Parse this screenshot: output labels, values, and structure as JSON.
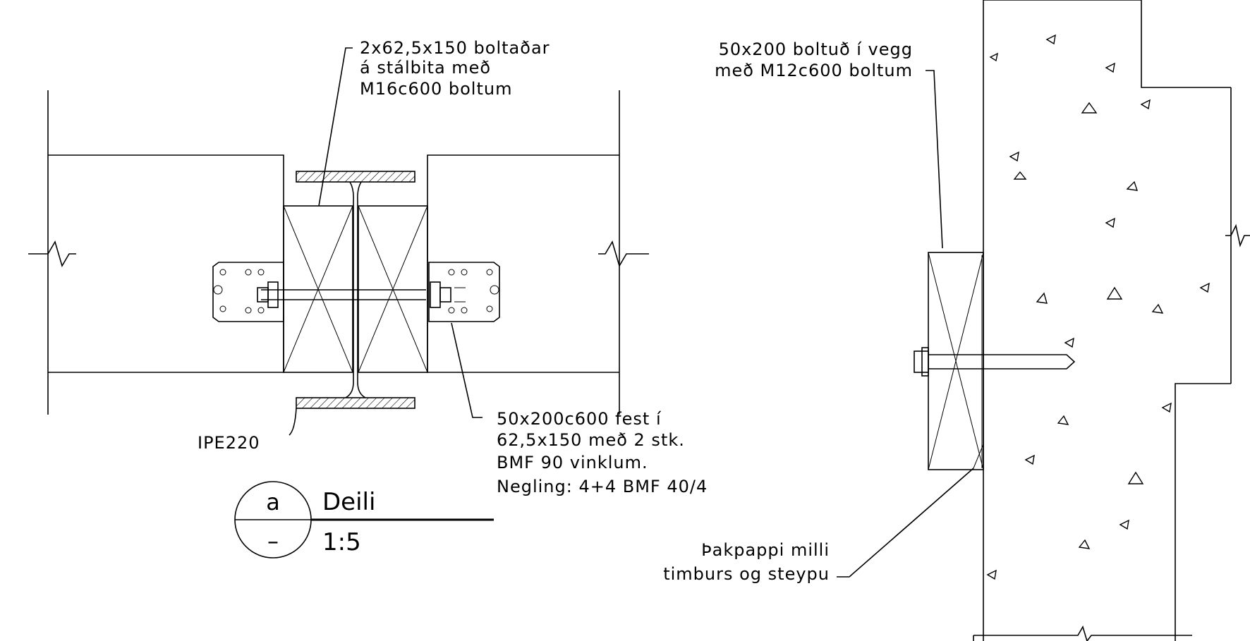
{
  "annotations": {
    "top_center_line1": "2x62,5x150 boltaðar",
    "top_center_line2": "á stálbita með",
    "top_center_line3": "M16c600 boltum",
    "top_right_line1": "50x200 boltuð í vegg",
    "top_right_line2": "með M12c600 boltum",
    "beam_label": "IPE220",
    "bottom_center_line1": "50x200c600 fest í",
    "bottom_center_line2": "62,5x150 með 2 stk.",
    "bottom_center_line3": "BMF 90 vinklum.",
    "bottom_center_line4": "Negling: 4+4 BMF 40/4",
    "bottom_right_line1": "Þakpappi milli",
    "bottom_right_line2": "timburs og steypu"
  },
  "detail_marker": {
    "id": "a",
    "sheet": "–",
    "title": "Deili",
    "scale": "1:5"
  }
}
